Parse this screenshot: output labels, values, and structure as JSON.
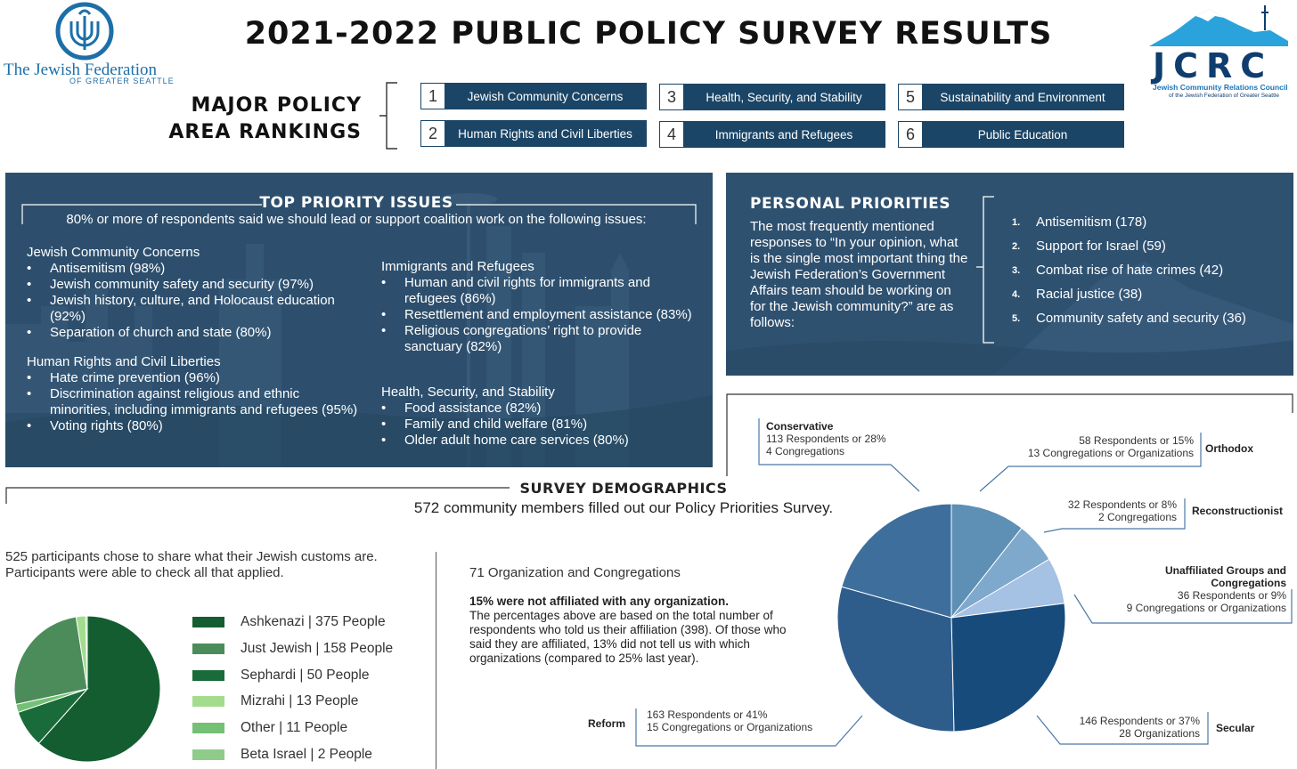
{
  "title": "2021-2022 PUBLIC POLICY SURVEY RESULTS",
  "logos": {
    "federation_line1": "The Jewish Federation",
    "federation_line2": "OF GREATER SEATTLE",
    "jcrc": "JCRC",
    "jcrc_line1": "Jewish Community Relations Council",
    "jcrc_line2": "of the Jewish Federation of Greater Seattle"
  },
  "rankings": {
    "heading_line1": "MAJOR POLICY",
    "heading_line2": "AREA RANKINGS",
    "items": [
      {
        "num": "1",
        "label": "Jewish Community Concerns"
      },
      {
        "num": "2",
        "label": "Human Rights and Civil Liberties"
      },
      {
        "num": "3",
        "label": "Health, Security, and Stability"
      },
      {
        "num": "4",
        "label": "Immigrants and Refugees"
      },
      {
        "num": "5",
        "label": "Sustainability and Environment"
      },
      {
        "num": "6",
        "label": "Public Education"
      }
    ]
  },
  "top_priority": {
    "heading": "TOP PRIORITY ISSUES",
    "subheading": "80% or more of respondents said we should lead or support coalition work on the following issues:",
    "groups": [
      {
        "title": "Jewish Community Concerns",
        "items": [
          "Antisemitism (98%)",
          "Jewish community safety and security (97%)",
          "Jewish history, culture, and Holocaust education (92%)",
          "Separation of church and state (80%)"
        ]
      },
      {
        "title": "Human Rights and Civil Liberties",
        "items": [
          "Hate crime prevention (96%)",
          "Discrimination against religious and ethnic minorities, including immigrants and refugees (95%)",
          "Voting rights (80%)"
        ]
      },
      {
        "title": "Immigrants and Refugees",
        "items": [
          "Human and civil rights for immigrants and refugees (86%)",
          "Resettlement and employment assistance (83%)",
          "Religious congregations’ right to provide sanctuary (82%)"
        ]
      },
      {
        "title": "Health, Security, and Stability",
        "items": [
          "Food assistance (82%)",
          "Family and child welfare (81%)",
          "Older adult home care services (80%)"
        ]
      }
    ]
  },
  "personal_priorities": {
    "heading": "PERSONAL PRIORITIES",
    "text": "The most frequently mentioned responses to “In your opinion, what is the single most important thing the Jewish Federation’s Government Affairs team should be working on for the Jewish community?” are as follows:",
    "items": [
      {
        "num": "1.",
        "label": "Antisemitism (178)"
      },
      {
        "num": "2.",
        "label": "Support for Israel (59)"
      },
      {
        "num": "3.",
        "label": "Combat rise of hate crimes (42)"
      },
      {
        "num": "4.",
        "label": "Racial justice (38)"
      },
      {
        "num": "5.",
        "label": "Community safety and security (36)"
      }
    ]
  },
  "demographics": {
    "heading": "SURVEY DEMOGRAPHICS",
    "subheading": "572 community members filled out our Policy Priorities Survey.",
    "customs_text": "525 participants chose to share what their Jewish customs are. Participants were able to check all that applied.",
    "org_title": "71 Organization and Congregations",
    "org_bold": "15% were not affiliated with any organization.",
    "org_text": "The percentages above are based on the total number of respondents who told us their affiliation (398). Of those who said they are affiliated, 13% did not tell us with which organizations (compared to 25% last year)."
  },
  "colors": {
    "navy": "#1b4566",
    "ashkenazi": "#135d31",
    "just_jewish": "#4c8c5a",
    "sephardi": "#1a6b3a",
    "mizrahi": "#a4dc8e",
    "other": "#74c176",
    "beta_israel": "#8fcc8a"
  },
  "chart_data": [
    {
      "type": "pie",
      "categories": [
        "Ashkenazi",
        "Just Jewish",
        "Sephardi",
        "Mizrahi",
        "Other",
        "Beta Israel"
      ],
      "legend": [
        "Ashkenazi | 375 People",
        "Just Jewish | 158 People",
        "Sephardi | 50 People",
        "Mizrahi | 13 People",
        "Other | 11 People",
        "Beta Israel | 2 People"
      ],
      "values": [
        375,
        158,
        50,
        13,
        11,
        2
      ],
      "colors": [
        "#135d31",
        "#4c8c5a",
        "#1a6b3a",
        "#a4dc8e",
        "#74c176",
        "#8fcc8a"
      ]
    },
    {
      "type": "pie",
      "categories": [
        "Reform",
        "Conservative",
        "Orthodox",
        "Reconstructionist",
        "Unaffiliated Groups and Congregations",
        "Secular"
      ],
      "values": [
        163,
        113,
        58,
        32,
        36,
        146
      ],
      "colors": [
        "#2e5d8c",
        "#3e6f9c",
        "#5e8fb5",
        "#7ea9cc",
        "#a5c1e3",
        "#174b7c"
      ],
      "labels": [
        {
          "name": "Reform",
          "line1": "163 Respondents or 41%",
          "line2": "15 Congregations or Organizations"
        },
        {
          "name": "Conservative",
          "line1": "113 Respondents or 28%",
          "line2": "4 Congregations"
        },
        {
          "name": "Orthodox",
          "line1": "58 Respondents or 15%",
          "line2": "13 Congregations or Organizations"
        },
        {
          "name": "Reconstructionist",
          "line1": "32 Respondents or 8%",
          "line2": "2 Congregations"
        },
        {
          "name": "Unaffiliated Groups and Congregations",
          "line1": "36 Respondents or 9%",
          "line2": "9 Congregations or Organizations"
        },
        {
          "name": "Secular",
          "line1": "146 Respondents or 37%",
          "line2": "28 Organizations"
        }
      ]
    }
  ]
}
